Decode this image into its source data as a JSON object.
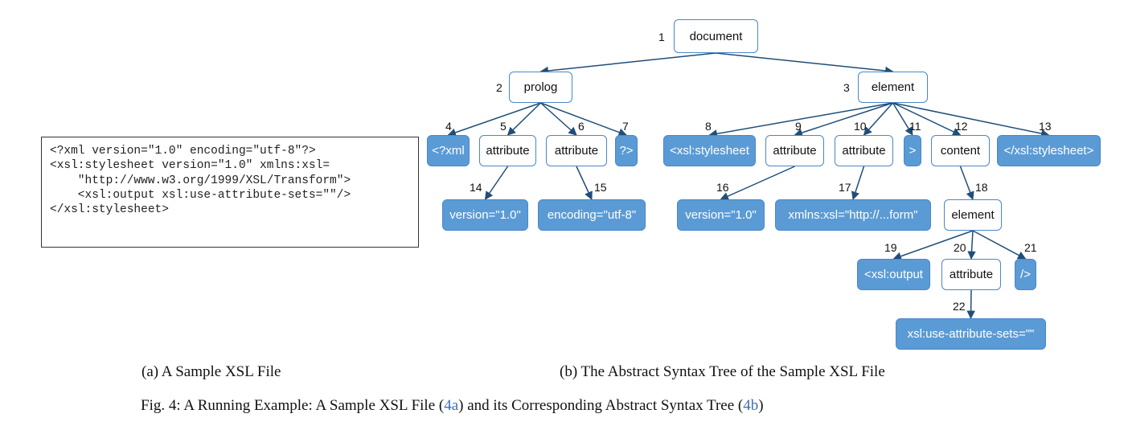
{
  "code_file": {
    "lines": [
      "<?xml version=\"1.0\" encoding=\"utf-8\"?>",
      "",
      "<xsl:stylesheet version=\"1.0\" xmlns:xsl=",
      "    \"http://www.w3.org/1999/XSL/Transform\">",
      "    <xsl:output xsl:use-attribute-sets=\"\"/>",
      "</xsl:stylesheet>"
    ]
  },
  "tree": {
    "colors": {
      "leaf_fill": "#5b9bd5",
      "border": "#4a86c8",
      "edge": "#1f4e79"
    },
    "nodes": [
      {
        "id": 1,
        "num": "1",
        "label": "document",
        "kind": "open"
      },
      {
        "id": 2,
        "num": "2",
        "label": "prolog",
        "kind": "open"
      },
      {
        "id": 3,
        "num": "3",
        "label": "element",
        "kind": "open"
      },
      {
        "id": 4,
        "num": "4",
        "label": "<?xml",
        "kind": "leaf"
      },
      {
        "id": 5,
        "num": "5",
        "label": "attribute",
        "kind": "open"
      },
      {
        "id": 6,
        "num": "6",
        "label": "attribute",
        "kind": "open"
      },
      {
        "id": 7,
        "num": "7",
        "label": "?>",
        "kind": "leaf"
      },
      {
        "id": 8,
        "num": "8",
        "label": "<xsl:stylesheet",
        "kind": "leaf"
      },
      {
        "id": 9,
        "num": "9",
        "label": "attribute",
        "kind": "open"
      },
      {
        "id": 10,
        "num": "10",
        "label": "attribute",
        "kind": "open"
      },
      {
        "id": 11,
        "num": "11",
        "label": ">",
        "kind": "leaf"
      },
      {
        "id": 12,
        "num": "12",
        "label": "content",
        "kind": "open"
      },
      {
        "id": 13,
        "num": "13",
        "label": "</xsl:stylesheet>",
        "kind": "leaf"
      },
      {
        "id": 14,
        "num": "14",
        "label": "version=\"1.0\"",
        "kind": "leaf"
      },
      {
        "id": 15,
        "num": "15",
        "label": "encoding=\"utf-8\"",
        "kind": "leaf"
      },
      {
        "id": 16,
        "num": "16",
        "label": "version=\"1.0\"",
        "kind": "leaf"
      },
      {
        "id": 17,
        "num": "17",
        "label": "xmlns:xsl=\"http://...form\"",
        "kind": "leaf"
      },
      {
        "id": 18,
        "num": "18",
        "label": "element",
        "kind": "open"
      },
      {
        "id": 19,
        "num": "19",
        "label": "<xsl:output",
        "kind": "leaf"
      },
      {
        "id": 20,
        "num": "20",
        "label": "attribute",
        "kind": "open"
      },
      {
        "id": 21,
        "num": "21",
        "label": "/>",
        "kind": "leaf"
      },
      {
        "id": 22,
        "num": "22",
        "label": "xsl:use-attribute-sets=\"\"",
        "kind": "leaf"
      }
    ],
    "edges": [
      [
        1,
        2
      ],
      [
        1,
        3
      ],
      [
        2,
        4
      ],
      [
        2,
        5
      ],
      [
        2,
        6
      ],
      [
        2,
        7
      ],
      [
        3,
        8
      ],
      [
        3,
        9
      ],
      [
        3,
        10
      ],
      [
        3,
        11
      ],
      [
        3,
        12
      ],
      [
        3,
        13
      ],
      [
        5,
        14
      ],
      [
        6,
        15
      ],
      [
        9,
        16
      ],
      [
        10,
        17
      ],
      [
        12,
        18
      ],
      [
        18,
        19
      ],
      [
        18,
        20
      ],
      [
        18,
        21
      ],
      [
        20,
        22
      ]
    ]
  },
  "captions": {
    "sub_a": "(a) A Sample XSL File",
    "sub_b": "(b) The Abstract Syntax Tree of the Sample XSL File",
    "fig_prefix": "Fig. 4: A Running Example: A Sample XSL File (",
    "fig_ref_a": "4a",
    "fig_mid": ") and its Corresponding Abstract Syntax Tree (",
    "fig_ref_b": "4b",
    "fig_suffix": ")"
  }
}
